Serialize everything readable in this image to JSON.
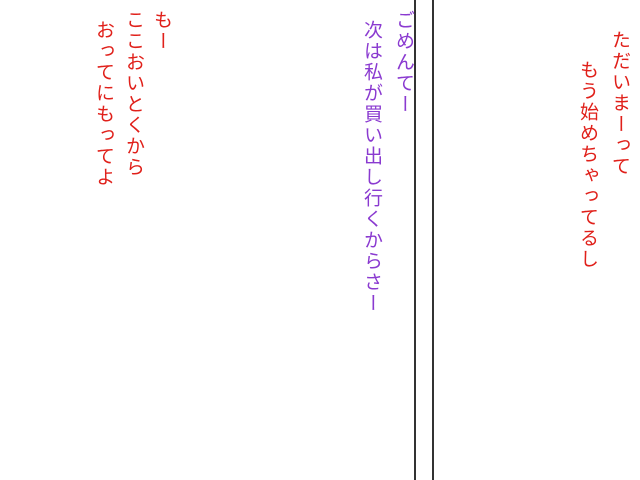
{
  "colors": {
    "speech_red": "#e0201a",
    "speech_purple": "#8a3ad0",
    "lines": "#333333"
  },
  "dialogue": {
    "left_red": [
      "もー",
      "ここおいとくから",
      "おってにもってよ"
    ],
    "center_purple": [
      "ごめんてー",
      "次は私が買い出し行くからさー"
    ],
    "right_red": [
      "ただいまーって",
      "もう始めちゃってるし"
    ]
  }
}
